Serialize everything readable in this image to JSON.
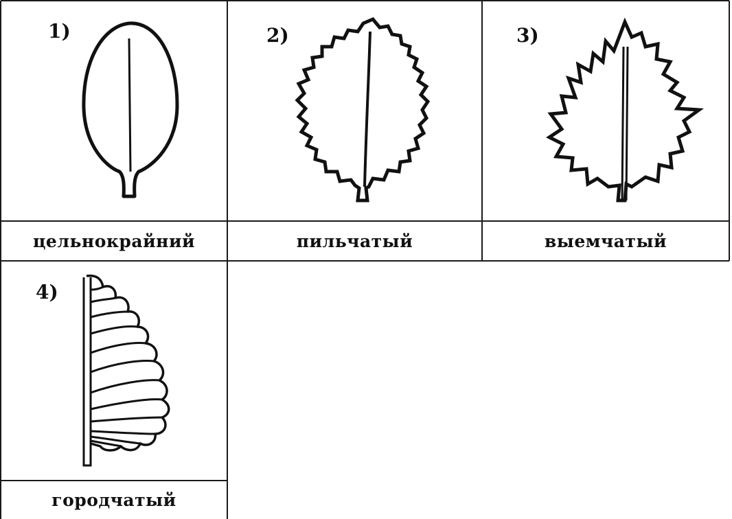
{
  "items": [
    {
      "number": "1)",
      "caption": "цельнокрайний",
      "icon": "entire-leaf-icon"
    },
    {
      "number": "2)",
      "caption": "пильчатый",
      "icon": "serrate-leaf-icon"
    },
    {
      "number": "3)",
      "caption": "выемчатый",
      "icon": "sinuate-leaf-icon"
    },
    {
      "number": "4)",
      "caption": "городчатый",
      "icon": "crenate-leaf-icon"
    }
  ]
}
